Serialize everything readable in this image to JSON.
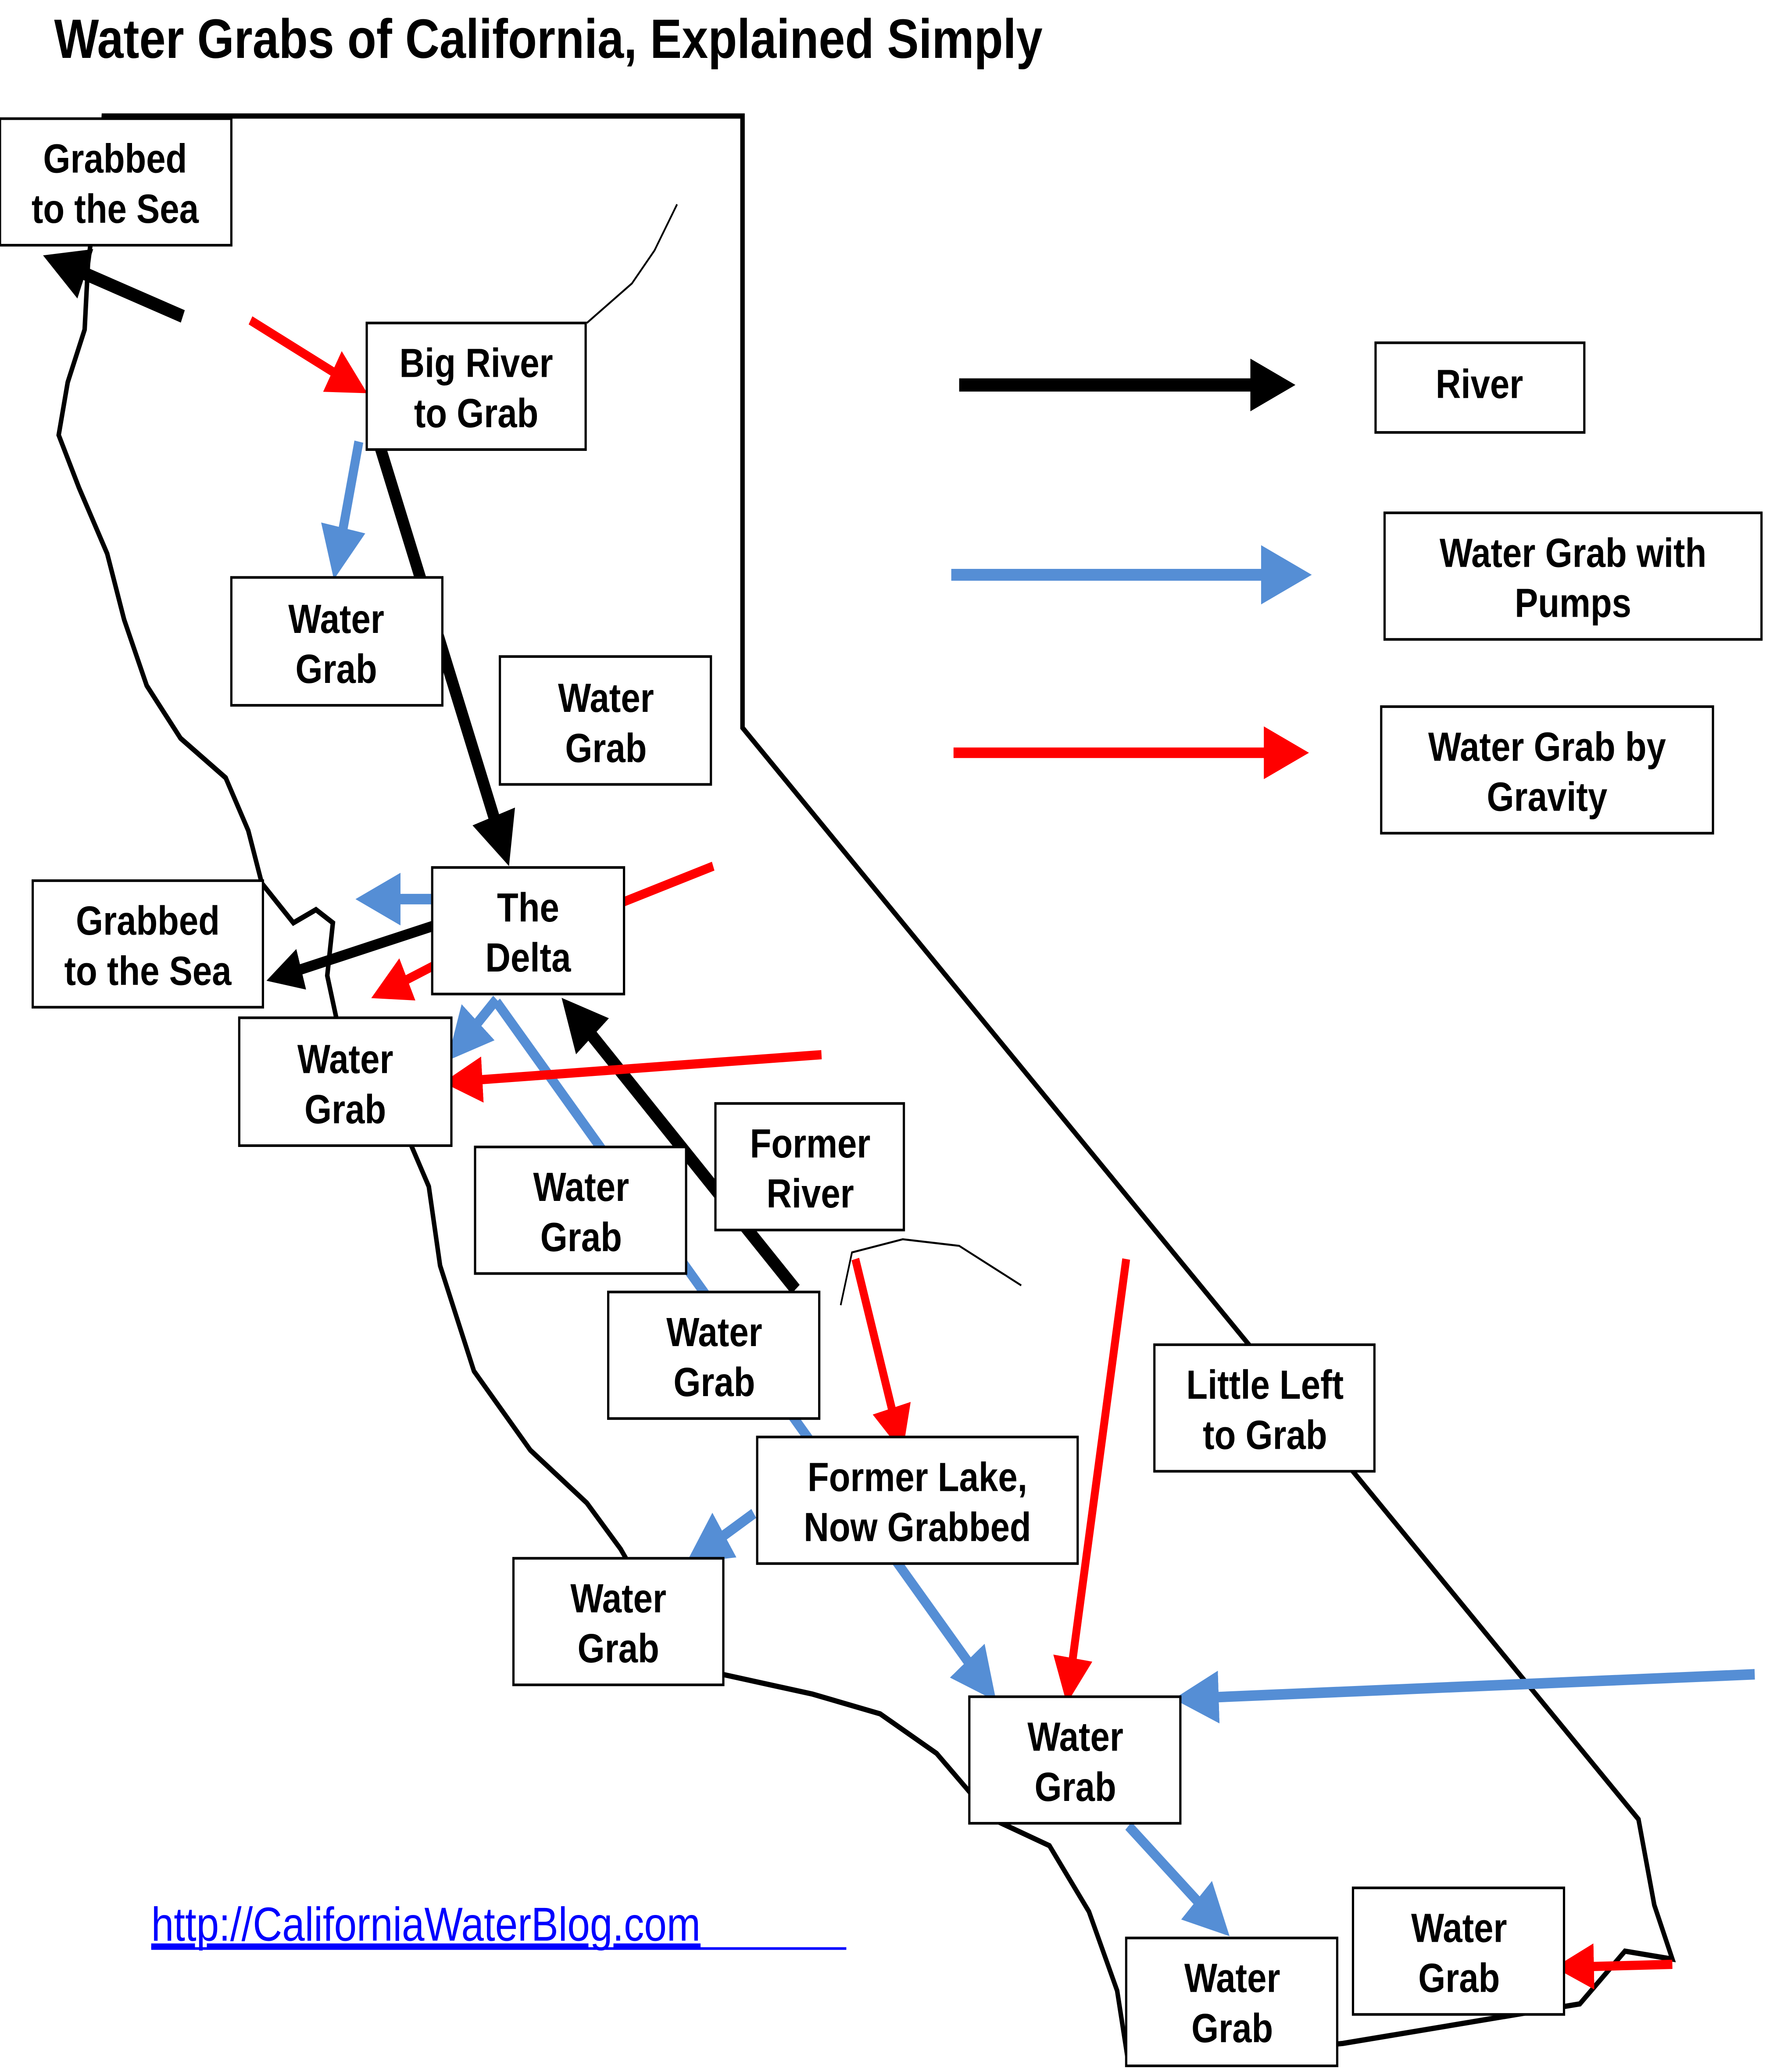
{
  "title": "Water Grabs of California, Explained Simply",
  "legend": {
    "items": [
      {
        "label": "River",
        "color": "#000000"
      },
      {
        "label_line1": "Water Grab with",
        "label_line2": "Pumps",
        "color": "#558ED5"
      },
      {
        "label_line1": "Water Grab by",
        "label_line2": "Gravity",
        "color": "#FF0000"
      }
    ]
  },
  "labels": {
    "grabbed_sea_north": [
      "Grabbed",
      "to the Sea"
    ],
    "big_river": [
      "Big River",
      "to Grab"
    ],
    "water_grab_1": [
      "Water",
      "Grab"
    ],
    "water_grab_2": [
      "Water",
      "Grab"
    ],
    "grabbed_sea_bay": [
      "Grabbed",
      "to the Sea"
    ],
    "the_delta": [
      "The",
      "Delta"
    ],
    "water_grab_3": [
      "Water",
      "Grab"
    ],
    "former_river": [
      "Former",
      "River"
    ],
    "water_grab_4": [
      "Water",
      "Grab"
    ],
    "water_grab_5": [
      "Water",
      "Grab"
    ],
    "little_left": [
      "Little Left",
      "to Grab"
    ],
    "former_lake": [
      "Former Lake,",
      "Now Grabbed"
    ],
    "water_grab_6": [
      "Water",
      "Grab"
    ],
    "water_grab_7": [
      "Water",
      "Grab"
    ],
    "water_grab_8": [
      "Water",
      "Grab"
    ],
    "water_grab_9": [
      "Water",
      "Grab"
    ]
  },
  "link": {
    "text": "http://CaliforniaWaterBlog.com",
    "color": "#0000FF"
  },
  "colors": {
    "river": "#000000",
    "pumps": "#558ED5",
    "gravity": "#FF0000"
  }
}
